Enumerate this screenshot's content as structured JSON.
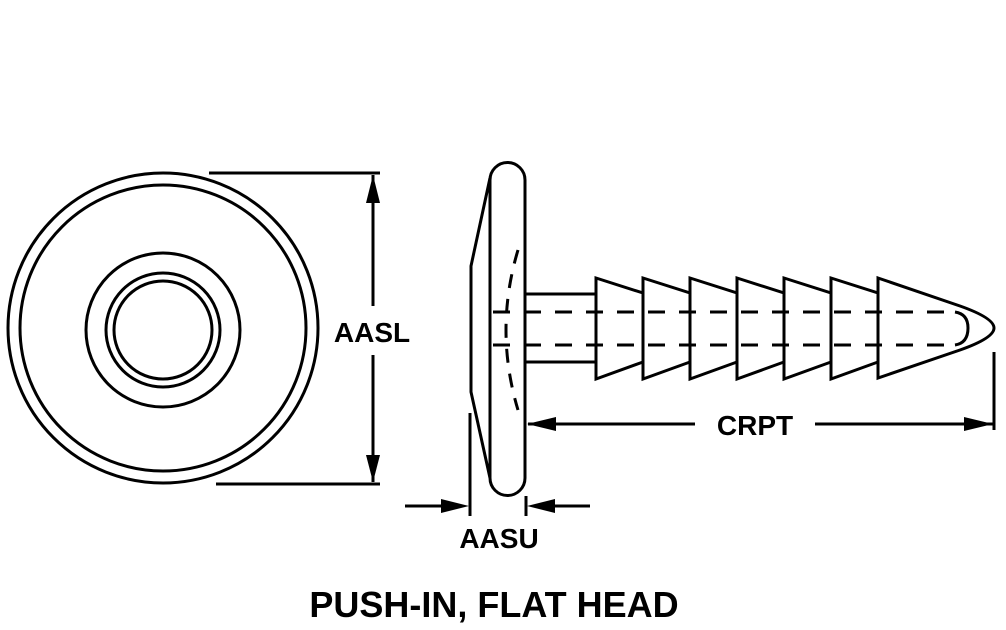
{
  "title": "PUSH-IN, FLAT HEAD",
  "dimensions": {
    "head_diameter": "AASL",
    "head_thickness": "AASU",
    "shank_length": "CRPT"
  },
  "part": {
    "view_front": "front view (concentric circles)",
    "view_side": "side view with barbed shank",
    "barb_count": 7
  },
  "colors": {
    "line": "#000000",
    "background": "#ffffff"
  }
}
